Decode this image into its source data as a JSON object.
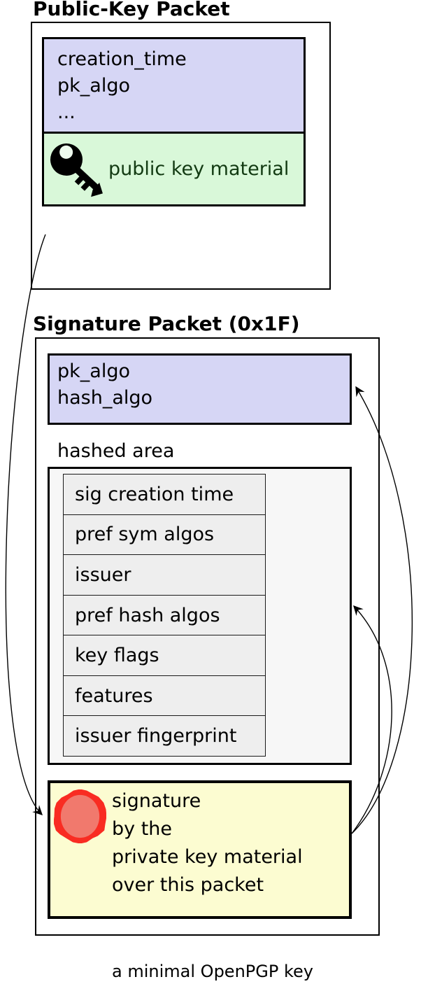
{
  "public_key_packet": {
    "title": "Public-Key Packet",
    "header_fields": [
      "creation_time",
      "pk_algo",
      "..."
    ],
    "key_material_label": "public key material"
  },
  "signature_packet": {
    "title": "Signature Packet (0x1F)",
    "header_fields": [
      "pk_algo",
      "hash_algo"
    ],
    "hashed_area_label": "hashed area",
    "hashed_subpackets": [
      "sig creation time",
      "pref sym algos",
      "issuer",
      "pref hash algos",
      "key flags",
      "features",
      "issuer fingerprint"
    ],
    "signature_label_lines": [
      "signature",
      "by the",
      "private key material",
      "over this packet"
    ]
  },
  "caption": "a minimal OpenPGP key",
  "icons": {
    "key_icon": "black-key-glyph",
    "seal_icon": "red-wax-seal"
  },
  "colors": {
    "header_field_bg": "#d6d6f5",
    "key_material_bg": "#d9f8d9",
    "key_material_text": "#123a12",
    "hashed_area_bg": "#f7f7f7",
    "subpacket_row_bg": "#eeeeee",
    "signature_bg": "#fcfcd1",
    "seal_outer": "#f92c22",
    "seal_inner": "#f1796d",
    "line_color": "#000000"
  }
}
